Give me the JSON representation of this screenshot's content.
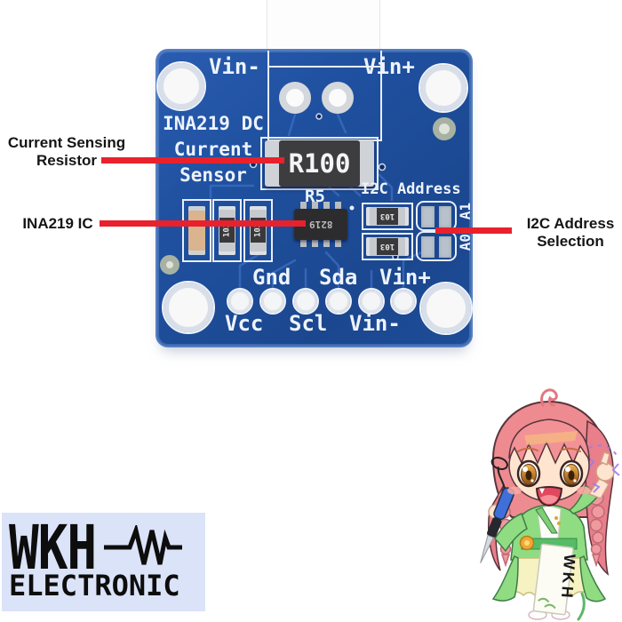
{
  "board": {
    "top_left_label": "Vin-",
    "top_right_label": "Vin+",
    "title_lines": [
      "INA219 DC",
      "Current",
      "Sensor"
    ],
    "shunt_marking": "R100",
    "r5_label": "R5",
    "ic_marking": "8219",
    "i2c_header": "I2C Address",
    "jumper_a1": "A1",
    "jumper_a0": "A0",
    "smd_marking": "103",
    "pin_labels_top": [
      "Gnd",
      "Sda",
      "Vin+"
    ],
    "pin_labels_bottom": [
      "Vcc",
      "Scl",
      "Vin-"
    ]
  },
  "annotations": {
    "red_color": "#e8212c",
    "resistor": {
      "line1": "Current Sensing",
      "line2": "Resistor"
    },
    "ic": {
      "label": "INA219 IC"
    },
    "i2c": {
      "line1": "I2C Address",
      "line2": "Selection"
    }
  },
  "logo": {
    "background": "#dbe3f8",
    "brand": "WKH",
    "subtitle": "ELECTRONIC"
  },
  "mascot": {
    "banner": "WKH"
  },
  "colors": {
    "pcb_blue": "#1f509f",
    "silkscreen": "#edf3fc"
  }
}
